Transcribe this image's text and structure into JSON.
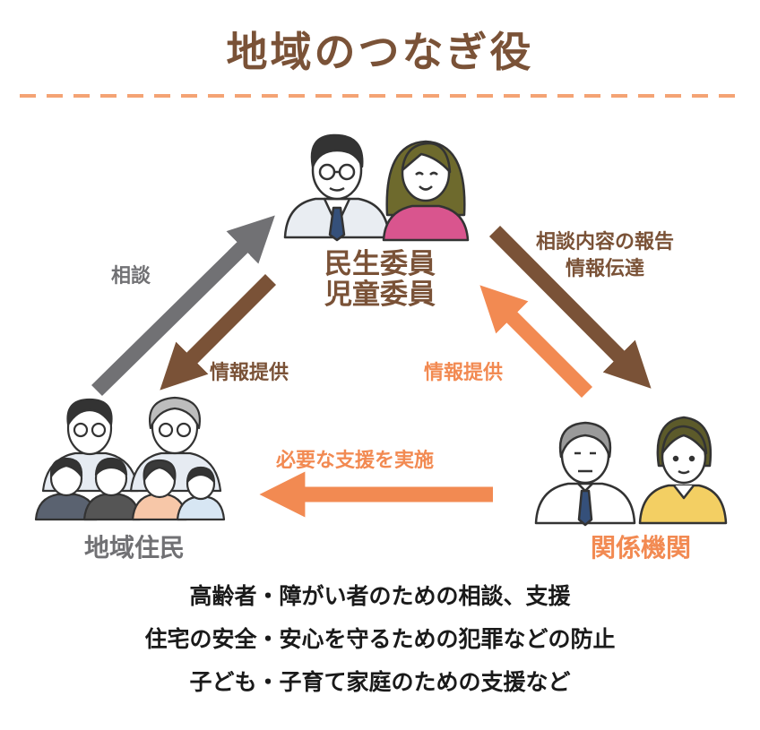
{
  "title": "地域のつなぎ役",
  "nodes": {
    "main_line1": "民生委員",
    "main_line2": "児童委員",
    "residents": "地域住民",
    "agencies": "関係機関"
  },
  "edges": {
    "consult": "相談",
    "info_left": "情報提供",
    "info_right": "情報提供",
    "report_line1": "相談内容の報告",
    "report_line2": "情報伝達",
    "support": "必要な支援を実施"
  },
  "bottom_lines": [
    "高齢者・障がい者のための相談、支援",
    "住宅の安全・安心を守るための犯罪などの防止",
    "子ども・子育て家庭のための支援など"
  ],
  "colors": {
    "brown": "#7a5237",
    "gray": "#717174",
    "orange": "#f28a52",
    "dashed_line": "#f4a374"
  },
  "icons": [
    "commissioner-man-icon",
    "commissioner-woman-icon",
    "resident-family-icon",
    "agency-man-icon",
    "agency-woman-icon"
  ]
}
